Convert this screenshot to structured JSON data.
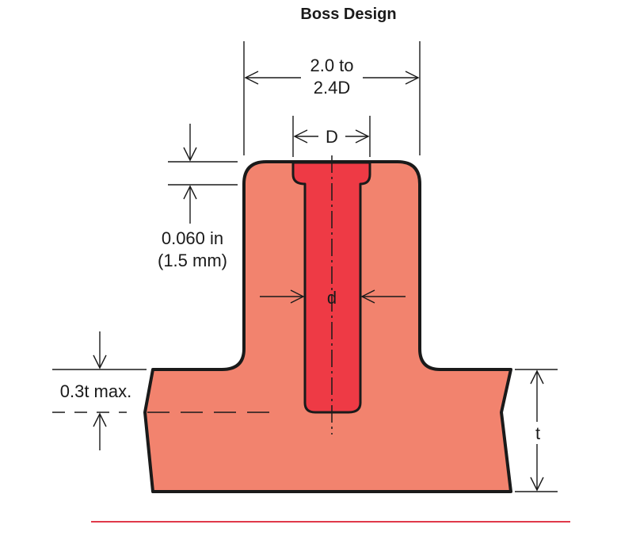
{
  "title": "Boss Design",
  "labels": {
    "outer_width_line1": "2.0 to",
    "outer_width_line2": "2.4D",
    "counterbore_width": "D",
    "top_thickness_line1": "0.060 in",
    "top_thickness_line2": "(1.5 mm)",
    "hole_diameter": "d",
    "hole_depth_limit": "0.3t max.",
    "wall_thickness": "t"
  },
  "colors": {
    "body_fill": "#f2836e",
    "hole_fill": "#ee3a45",
    "outline": "#1a1a1a",
    "rule_line": "#e0394a"
  }
}
